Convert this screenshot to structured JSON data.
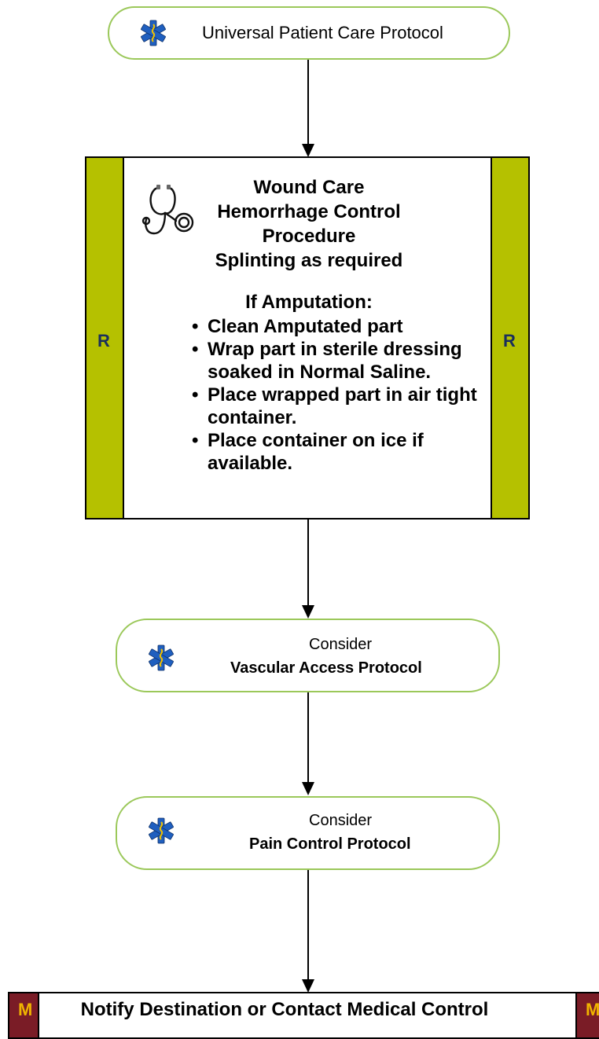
{
  "colors": {
    "pill_border": "#9bc85a",
    "r_bar": "#b5c100",
    "r_letter": "#1a2f5c",
    "m_bar": "#7a1c26",
    "m_letter": "#f0b400",
    "star_of_life": "#1f5fbf"
  },
  "nodes": {
    "universal": {
      "icon": "star-of-life-icon",
      "label": "Universal Patient Care Protocol"
    },
    "procedure": {
      "icon": "stethoscope-icon",
      "side_label": "R",
      "heading_lines": [
        "Wound Care",
        "Hemorrhage Control",
        "Procedure",
        "Splinting as required"
      ],
      "amputation_title": "If Amputation:",
      "amputation_steps": [
        "Clean Amputated part",
        "Wrap part in sterile dressing soaked in Normal Saline.",
        "Place wrapped part in air tight container.",
        "Place container on ice if available."
      ]
    },
    "vascular": {
      "icon": "star-of-life-icon",
      "line1": "Consider",
      "line2": "Vascular Access Protocol"
    },
    "pain": {
      "icon": "star-of-life-icon",
      "line1": "Consider",
      "line2": "Pain Control Protocol"
    },
    "notify": {
      "side_label": "M",
      "label": "Notify Destination or Contact Medical Control"
    }
  }
}
